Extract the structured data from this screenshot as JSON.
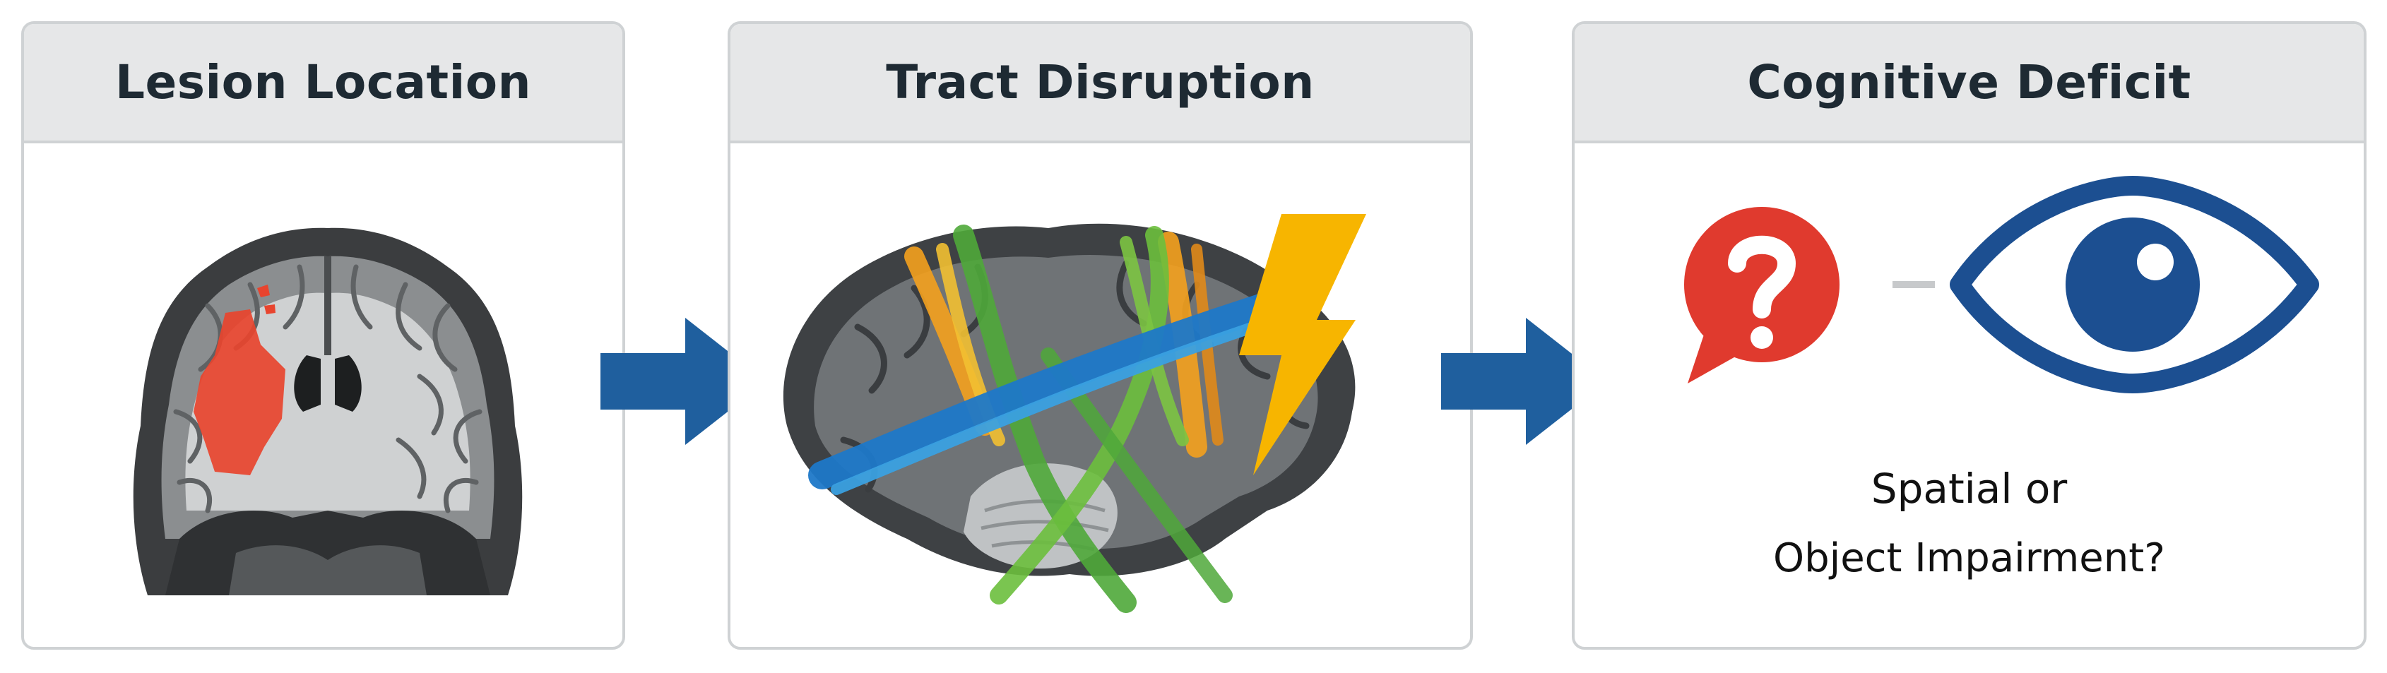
{
  "panels": [
    {
      "title": "Lesion Location"
    },
    {
      "title": "Tract Disruption"
    },
    {
      "title": "Cognitive Deficit"
    }
  ],
  "deficit": {
    "line1": "Spatial or",
    "line2": "Object Impairment?"
  },
  "icons": {
    "panel1": "brain-coronal-slice-with-lesion",
    "panel2": "brain-tractography-with-lightning",
    "panel3_left": "question-speech-bubble",
    "panel3_right": "eye"
  },
  "colors": {
    "header_bg": "#e6e7e8",
    "border": "#cfd2d4",
    "arrow": "#1f5f9e",
    "lesion": "#e8442e",
    "question_bubble": "#e03a2e",
    "eye": "#1c4f91",
    "lightning": "#f7b500"
  }
}
